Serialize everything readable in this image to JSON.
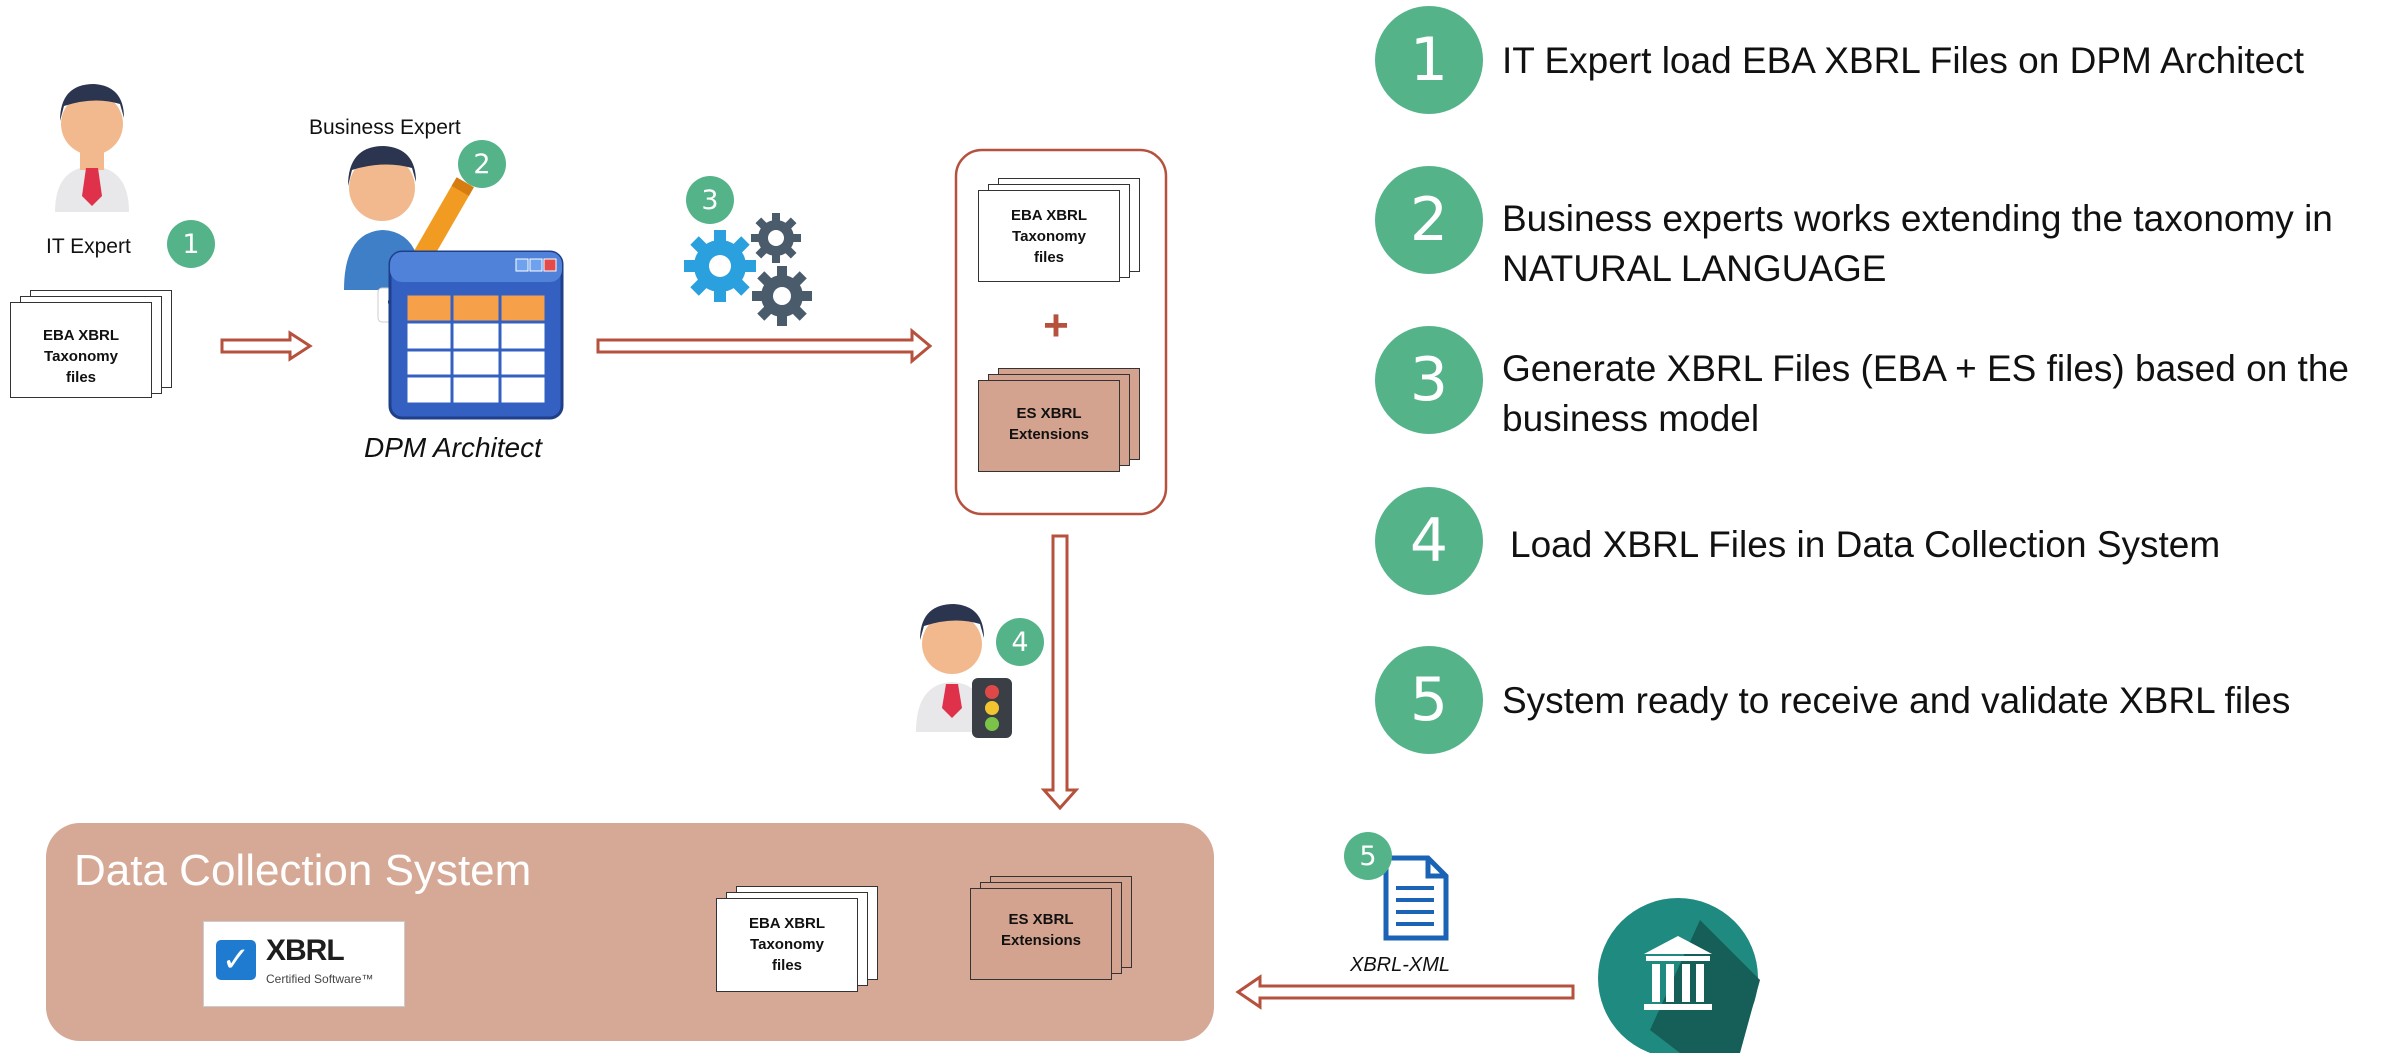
{
  "actors": {
    "it_expert_label": "IT Expert",
    "business_expert_label": "Business Expert",
    "tool_label": "DPM Architect"
  },
  "documents": {
    "eba_xbrl_lines": [
      "EBA XBRL",
      "Taxonomy",
      "files"
    ],
    "es_xbrl_lines": [
      "ES XBRL",
      "Extensions"
    ]
  },
  "data_collection": {
    "title": "Data Collection System",
    "xbrl_logo_word": "XBRL",
    "xbrl_logo_sub": "Certified Software™"
  },
  "xbrl_xml_label": "XBRL-XML",
  "badges": [
    "1",
    "2",
    "3",
    "4",
    "5"
  ],
  "steps": [
    {
      "number": "1",
      "text": "IT Expert load EBA XBRL Files on DPM Architect"
    },
    {
      "number": "2",
      "text": "Business experts works extending the taxonomy in NATURAL LANGUAGE"
    },
    {
      "number": "3",
      "text": "Generate XBRL Files (EBA + ES files) based on the business model"
    },
    {
      "number": "4",
      "text": "Load XBRL Files in Data Collection System"
    },
    {
      "number": "5",
      "text": "System ready to receive and validate XBRL files"
    }
  ],
  "colors": {
    "accent_green": "#55b38a",
    "arrow_red": "#b5513c",
    "dcs_fill": "#d5a996",
    "es_doc_fill": "#d4a38f",
    "bank_teal": "#1f8a80"
  }
}
